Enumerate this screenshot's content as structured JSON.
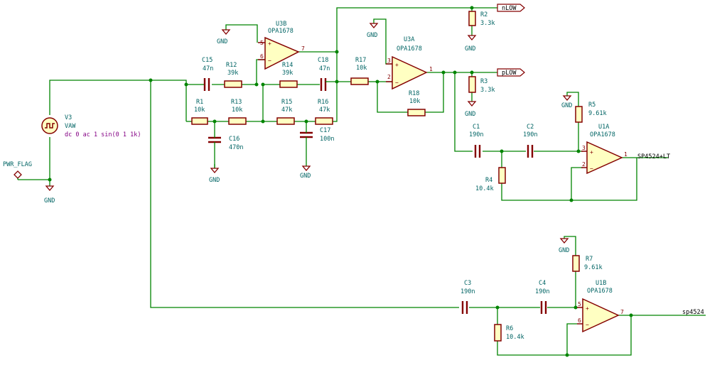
{
  "components": {
    "C15": {
      "ref": "C15",
      "value": "47n"
    },
    "R12": {
      "ref": "R12",
      "value": "39k"
    },
    "R14": {
      "ref": "R14",
      "value": "39k"
    },
    "C18": {
      "ref": "C18",
      "value": "47n"
    },
    "R1": {
      "ref": "R1",
      "value": "10k"
    },
    "R13": {
      "ref": "R13",
      "value": "10k"
    },
    "R15": {
      "ref": "R15",
      "value": "47k"
    },
    "R16": {
      "ref": "R16",
      "value": "47k"
    },
    "C16": {
      "ref": "C16",
      "value": "470n"
    },
    "C17": {
      "ref": "C17",
      "value": "100n"
    },
    "R17": {
      "ref": "R17",
      "value": "10k"
    },
    "R18": {
      "ref": "R18",
      "value": "10k"
    },
    "R2": {
      "ref": "R2",
      "value": "3.3k"
    },
    "R3": {
      "ref": "R3",
      "value": "3.3k"
    },
    "R5": {
      "ref": "R5",
      "value": "9.61k"
    },
    "C1": {
      "ref": "C1",
      "value": "190n"
    },
    "C2": {
      "ref": "C2",
      "value": "190n"
    },
    "R4": {
      "ref": "R4",
      "value": "10.4k"
    },
    "R7": {
      "ref": "R7",
      "value": "9.61k"
    },
    "C3": {
      "ref": "C3",
      "value": "190n"
    },
    "C4": {
      "ref": "C4",
      "value": "190n"
    },
    "R6": {
      "ref": "R6",
      "value": "10.4k"
    },
    "U3B": {
      "ref": "U3B",
      "value": "OPA1678"
    },
    "U3A": {
      "ref": "U3A",
      "value": "OPA1678"
    },
    "U1A": {
      "ref": "U1A",
      "value": "OPA1678"
    },
    "U1B": {
      "ref": "U1B",
      "value": "OPA1678"
    },
    "V3": {
      "ref": "V3",
      "value": "VAW",
      "spec": "dc 0 ac 1 sin(0 1 1k)"
    }
  },
  "pins": {
    "u3b_p5": "5",
    "u3b_p6": "6",
    "u3b_p7": "7",
    "u3a_p3": "3",
    "u3a_p2": "2",
    "u3a_p1": "1",
    "u1a_p3": "3",
    "u1a_p2": "2",
    "u1a_p1": "1",
    "u1b_p5": "5",
    "u1b_p6": "6",
    "u1b_p7": "7"
  },
  "gnd_label": "GND",
  "labels": {
    "pwr_flag": "PWR_FLAG",
    "nlow": "nLOW",
    "plow": "pLOW",
    "sp4524_lt": "SP4524+LT",
    "sp4524": "sp4524"
  },
  "colors": {
    "wire": "#008400",
    "component": "#840000",
    "component_fill": "#ffffc2",
    "reference": "#006464",
    "source_value": "#840084"
  }
}
